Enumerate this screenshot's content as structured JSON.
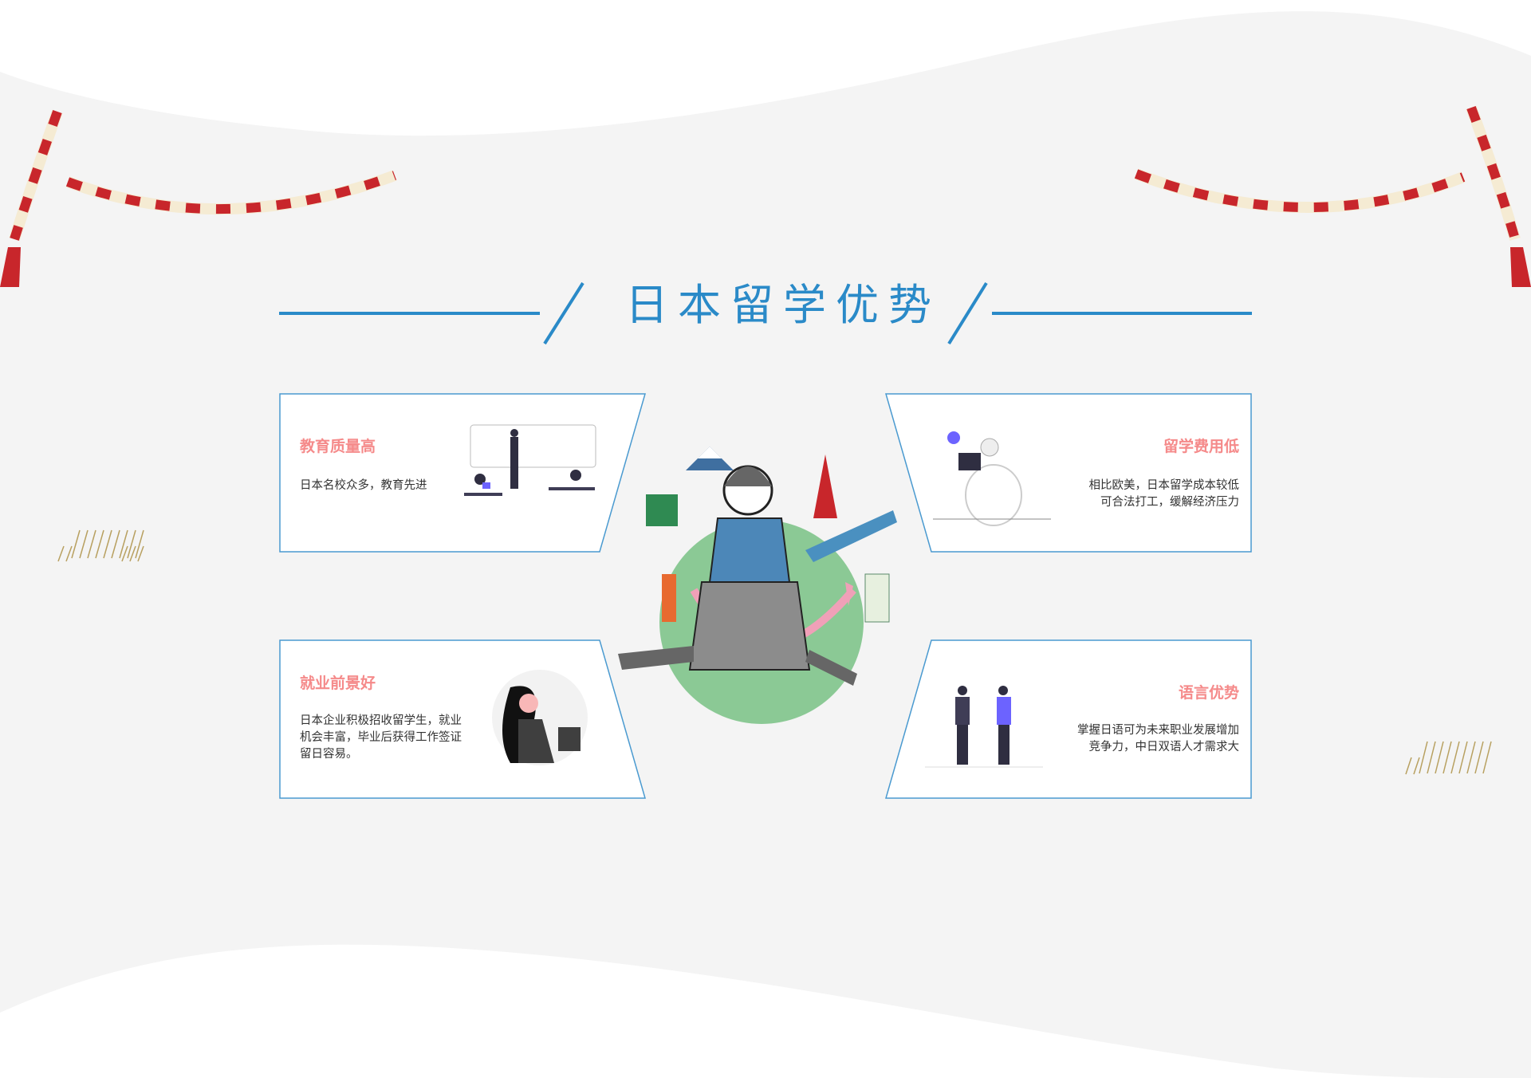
{
  "title": "日本留学优势",
  "colors": {
    "accent": "#2a8ac8",
    "heading": "#f58a8a",
    "rope_red": "#c8262b",
    "rope_cream": "#f5ebd3",
    "gold": "#b8a060"
  },
  "cards": [
    {
      "heading": "教育质量高",
      "lines": [
        "日本名校众多，教育先进"
      ],
      "icon": "classroom-illustration"
    },
    {
      "heading": "留学费用低",
      "lines": [
        "相比欧美，日本留学成本较低",
        "可合法打工，缓解经济压力"
      ],
      "icon": "piggy-bank-illustration"
    },
    {
      "heading": "就业前景好",
      "lines": [
        "日本企业积极招收留学生，就业",
        "机会丰富，毕业后获得工作签证",
        "留日容易。"
      ],
      "icon": "woman-laptop-illustration"
    },
    {
      "heading": "语言优势",
      "lines": [
        "掌握日语可为未来职业发展增加",
        "竞争力，中日双语人才需求大"
      ],
      "icon": "handshake-illustration"
    }
  ]
}
